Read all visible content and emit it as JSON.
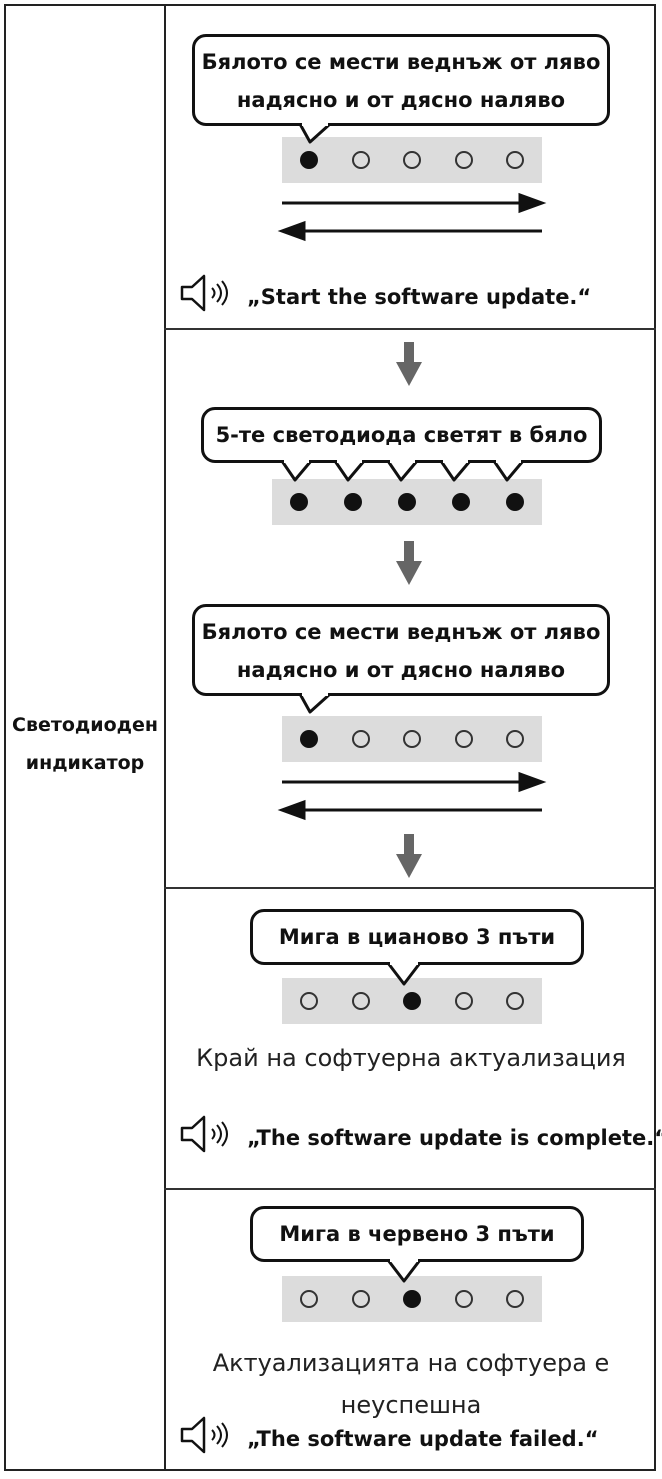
{
  "left_label": {
    "line1": "Светодиоден",
    "line2": "индикатор"
  },
  "section1": {
    "bubble_line1": "Бялото се мести веднъж от ляво",
    "bubble_line2": "надясно и от дясно наляво",
    "leds": [
      "on",
      "off",
      "off",
      "off",
      "off"
    ],
    "voice": "„Start the software update.“"
  },
  "section2": {
    "bubble1": "5-те светодиода светят в бяло",
    "leds1": [
      "on",
      "on",
      "on",
      "on",
      "on"
    ],
    "bubble2_line1": "Бялото се мести веднъж от ляво",
    "bubble2_line2": "надясно и от дясно наляво",
    "leds2": [
      "on",
      "off",
      "off",
      "off",
      "off"
    ]
  },
  "section3": {
    "bubble": "Мига в цианово 3 пъти",
    "leds": [
      "off",
      "off",
      "on",
      "off",
      "off"
    ],
    "caption": "Край на софтуерна актуализация",
    "voice": "„The software update is complete.“"
  },
  "section4": {
    "bubble": "Мига в червено 3 пъти",
    "leds": [
      "off",
      "off",
      "on",
      "off",
      "off"
    ],
    "caption_line1": "Актуализацията на софтуера е",
    "caption_line2": "неуспешна",
    "voice": "„The software update failed.“"
  },
  "icons": {
    "speaker": "speaker-icon",
    "arrow": "down-arrow-icon"
  }
}
